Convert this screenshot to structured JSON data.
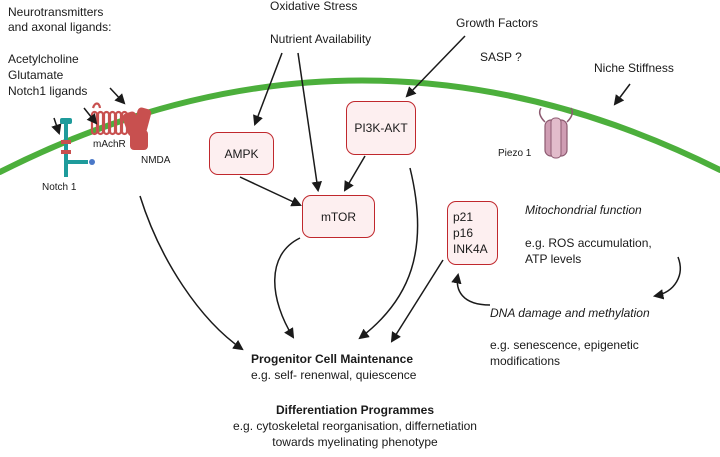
{
  "colors": {
    "membrane": "#4caf3c",
    "box_border": "#c0282d",
    "box_fill": "#fdeff0",
    "arrow": "#1a1a1a",
    "receptor": "#c8504f",
    "piezo": "#cf9db3",
    "notch_teal": "#1e9b9b"
  },
  "labels": {
    "neuro_title_line1": "Neurotransmitters",
    "neuro_title_line2": "and axonal ligands:",
    "ligand_1": "Acetylcholine",
    "ligand_2": "Glutamate",
    "ligand_3": "Notch1 ligands",
    "oxidative_stress": "Oxidative Stress",
    "nutrient_availability": "Nutrient Availability",
    "growth_factors": "Growth Factors",
    "sasp": "SASP ?",
    "niche_stiffness": "Niche Stiffness",
    "notch1": "Notch 1",
    "machr": "mAchR",
    "nmda": "NMDA",
    "piezo1": "Piezo 1",
    "ampk": "AMPK",
    "pi3k_akt": "PI3K-AKT",
    "mtor": "mTOR",
    "p21": "p21",
    "p16": "p16",
    "ink4a": "INK4A",
    "mito_title": "Mitochondrial function",
    "mito_eg_1": "e.g. ROS accumulation,",
    "mito_eg_2": "ATP levels",
    "dna_title": "DNA damage and methylation",
    "dna_eg_1": "e.g. senescence, epigenetic",
    "dna_eg_2": "modifications",
    "progenitor_title": "Progenitor Cell Maintenance",
    "progenitor_eg": "e.g. self- renenwal, quiescence",
    "diff_title": "Differentiation Programmes",
    "diff_eg_1": "e.g. cytoskeletal reorganisation, differnetiation",
    "diff_eg_2": "towards myelinating phenotype"
  }
}
